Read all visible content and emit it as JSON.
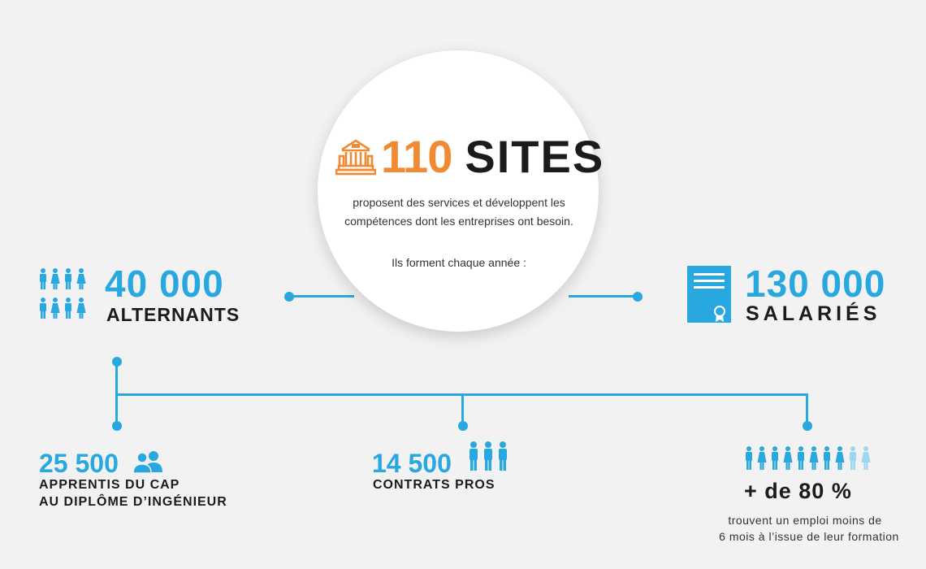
{
  "colors": {
    "blue": "#29a8e0",
    "orange": "#f08b34",
    "light_blue": "#9fd6ef",
    "dark": "#1b1b1b"
  },
  "center": {
    "icon": "building-icon",
    "number": "110",
    "word": "SITES",
    "line1": "proposent des services et développent les",
    "line2": "compétences dont les entreprises ont besoin.",
    "line3": "Ils forment chaque année :"
  },
  "left": {
    "icon": "people-group-icon",
    "number": "40 000",
    "label": "ALTERNANTS"
  },
  "right": {
    "icon": "certificate-icon",
    "number": "130 000",
    "label": "SALARIÉS"
  },
  "bottom": [
    {
      "number": "25 500",
      "icon": "two-people-icon",
      "line1": "APPRENTIS DU CAP",
      "line2": "AU DIPLÔME D’INGÉNIEUR"
    },
    {
      "number": "14 500",
      "icon": "three-people-icon",
      "line1": "CONTRATS PROS"
    },
    {
      "icon": "ten-people-icon",
      "stat": "+ de 80 %",
      "line1": "trouvent un emploi moins de",
      "line2": "6 mois à l’issue de leur formation",
      "share": 0.8
    }
  ]
}
